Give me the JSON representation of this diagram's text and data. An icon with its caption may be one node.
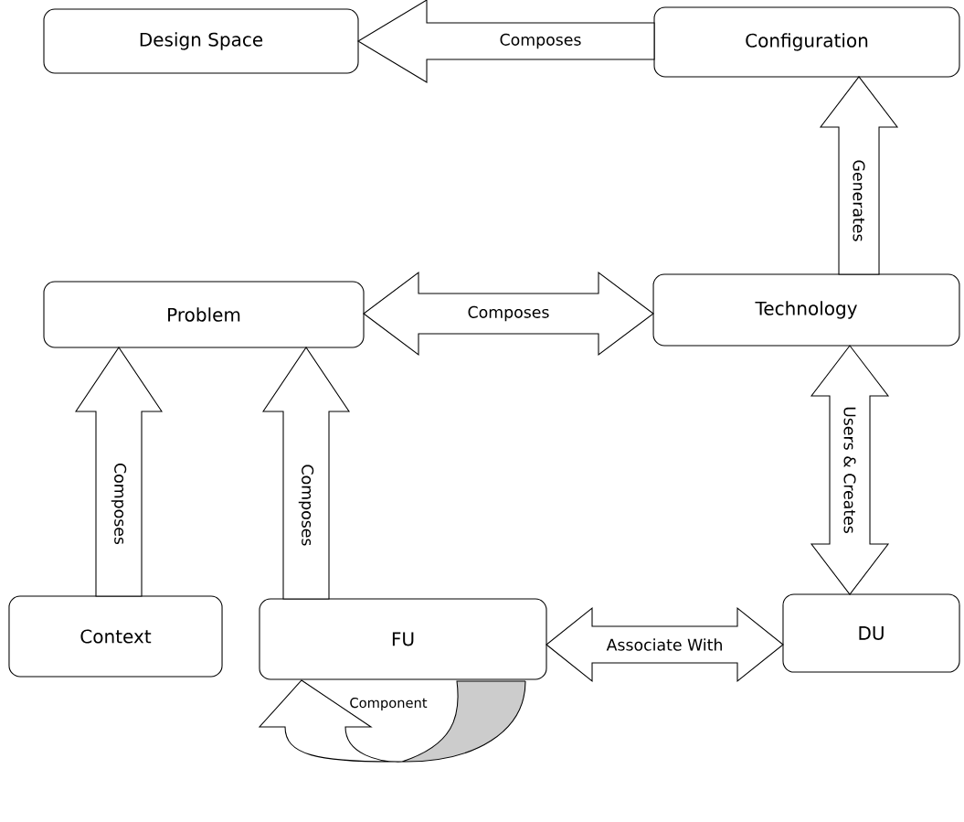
{
  "diagram": {
    "nodes": [
      {
        "text": [
          "Design Space"
        ]
      },
      {
        "text": [
          "Configuration"
        ]
      },
      {
        "text": [
          "Problem"
        ]
      },
      {
        "text": [
          "Technology"
        ]
      },
      {
        "text": [
          "Context"
        ]
      },
      {
        "text": [
          "FU"
        ]
      },
      {
        "text": [
          "DU"
        ]
      }
    ],
    "edges": [
      {
        "from": 1,
        "to": 0,
        "arrow": "to",
        "label": "Composes"
      },
      {
        "from": 2,
        "to": 3,
        "arrow": "both",
        "label": "Composes"
      },
      {
        "from": 3,
        "to": 1,
        "arrow": "to",
        "label": "Generates"
      },
      {
        "from": 4,
        "to": 2,
        "arrow": "to",
        "label": "Composes"
      },
      {
        "from": 5,
        "to": 2,
        "arrow": "to",
        "label": "Composes"
      },
      {
        "from": 3,
        "to": 6,
        "arrow": "both",
        "label": "Users & Creates"
      },
      {
        "from": 5,
        "to": 6,
        "arrow": "both",
        "label": "Associate With"
      },
      {
        "from": 5,
        "to": 5,
        "arrow": "to",
        "label": "Component"
      }
    ]
  }
}
